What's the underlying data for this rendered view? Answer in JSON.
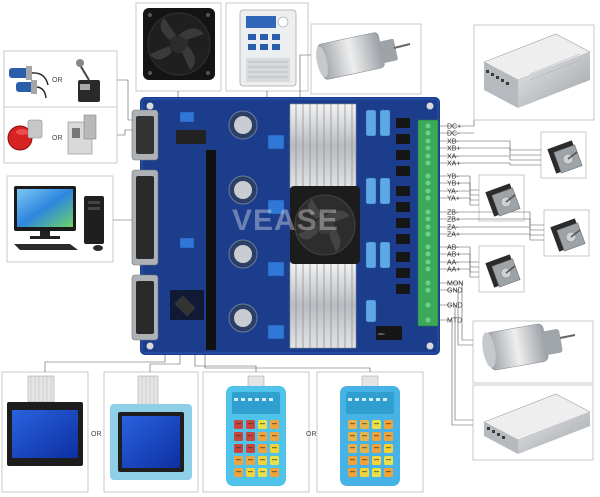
{
  "board": {
    "pins": [
      "DC+",
      "DC-",
      "XB-",
      "XB+",
      "XA-",
      "XA+",
      "YB-",
      "YB+",
      "YA-",
      "YA+",
      "ZB-",
      "ZB+",
      "ZA-",
      "ZA+",
      "AB-",
      "AB+",
      "AA-",
      "AA+",
      "MON",
      "GND",
      "GND",
      "MTD"
    ],
    "watermark": "VEASE",
    "colors": {
      "pcb": "#1b3d8c",
      "terminal": "#3aaa5a",
      "heatsink": "#c8cdd2"
    }
  },
  "separators": {
    "or_1": "OR",
    "or_2": "OR",
    "or_3": "OR",
    "or_4": "OR"
  },
  "devices": {
    "sensors": [
      "proximity-sensor-icon",
      "limit-switch-icon",
      "emergency-stop-icon",
      "door-switch-icon"
    ],
    "top": [
      "cooling-fan-icon",
      "frequency-inverter-icon",
      "spindle-motor-icon"
    ],
    "right": [
      "power-supply-icon",
      "stepper-motor-icon",
      "stepper-motor-icon",
      "stepper-motor-icon",
      "stepper-motor-icon",
      "spindle-motor-icon",
      "power-supply-icon"
    ],
    "left": [
      "desktop-computer-icon"
    ],
    "bottom": [
      "lcd-display-icon",
      "lcd-display-icon",
      "handheld-controller-icon",
      "handheld-controller-icon"
    ]
  }
}
